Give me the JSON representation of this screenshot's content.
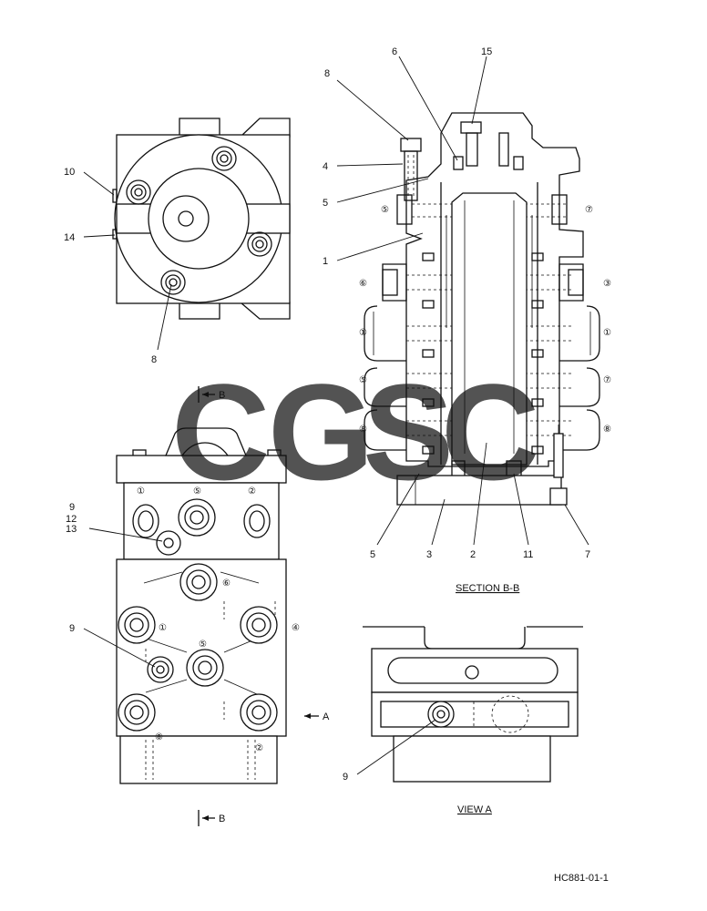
{
  "drawing_number": "HC881-01-1",
  "watermark": {
    "letters": [
      "C",
      "G",
      "S",
      "C"
    ],
    "colors": [
      "#4a86e8",
      "#ea6a5f",
      "#f6c343",
      "#2e9f6b"
    ]
  },
  "captions": {
    "section": "SECTION B-B",
    "view": "VIEW A"
  },
  "section_marker": {
    "letter": "B"
  },
  "view_arrow": {
    "letter": "A"
  },
  "callouts": {
    "top_view": [
      "10",
      "14",
      "8"
    ],
    "section": [
      "8",
      "6",
      "15",
      "4",
      "5",
      "1",
      "5",
      "3",
      "2",
      "11",
      "7"
    ],
    "front_view": [
      "9",
      "12",
      "13",
      "9"
    ],
    "view_a": [
      "9"
    ]
  },
  "ports": {
    "section_left": [
      "⑤",
      "⑥",
      "①",
      "⑤",
      "⑧"
    ],
    "section_right": [
      "⑦",
      "③",
      "①",
      "⑦",
      "⑧"
    ],
    "front_top": [
      "①",
      "⑤",
      "②"
    ],
    "front_body": [
      "⑥",
      "①",
      "④",
      "⑤",
      "⑧",
      "②"
    ]
  }
}
